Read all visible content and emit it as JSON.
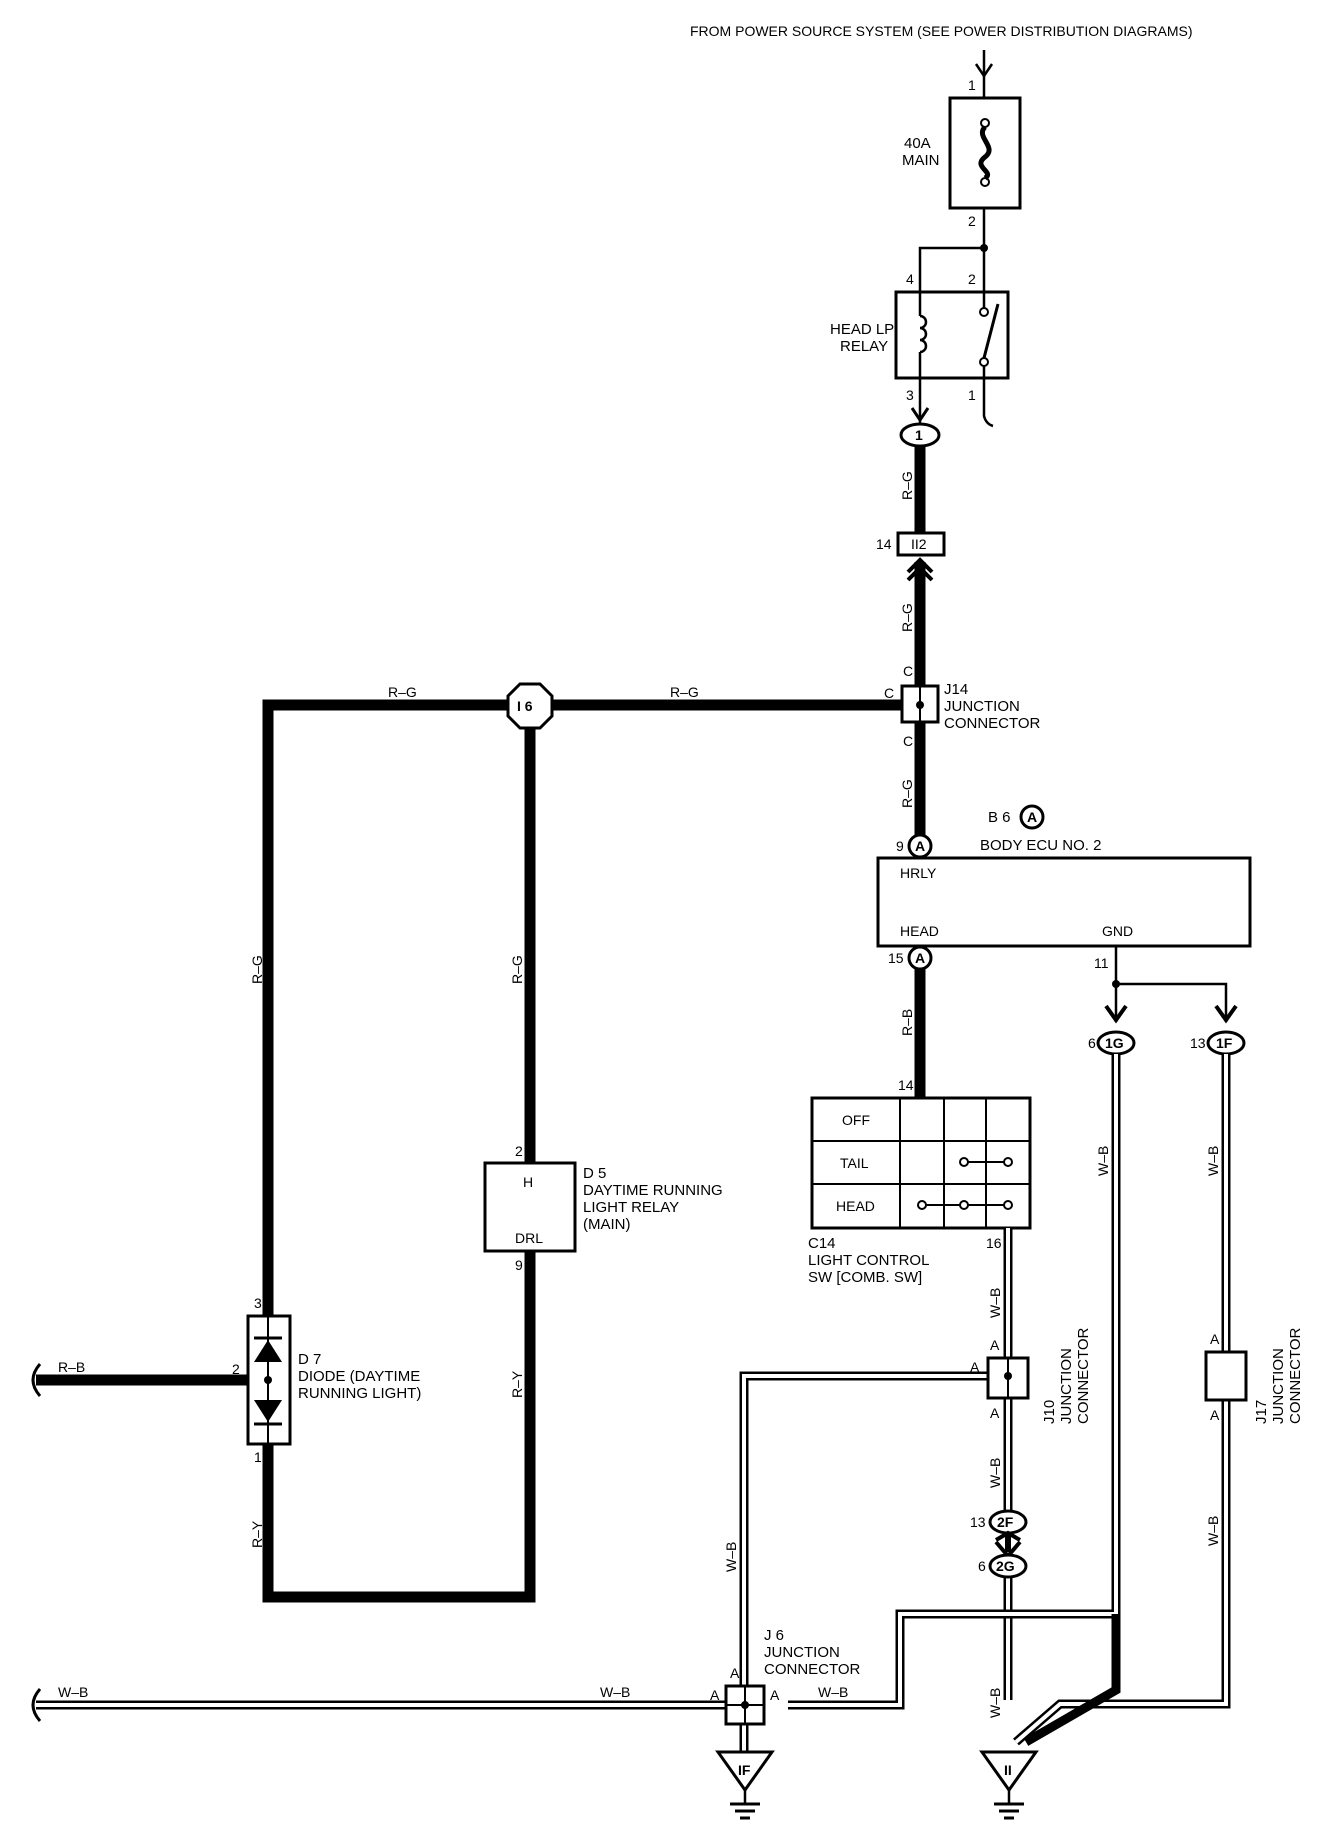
{
  "header": {
    "source_note": "FROM POWER SOURCE SYSTEM (SEE POWER DISTRIBUTION DIAGRAMS)"
  },
  "fuse": {
    "line1": "40A",
    "line2": "MAIN",
    "pin_top": "1",
    "pin_bottom": "2"
  },
  "relay": {
    "line1": "HEAD LP",
    "line2": "RELAY",
    "pin_4": "4",
    "pin_2": "2",
    "pin_3": "3",
    "pin_1": "1"
  },
  "connectors": {
    "c1": "1",
    "ii2_pin": "14",
    "ii2": "II2",
    "i6": "I 6",
    "ecu_a_top": "A",
    "ecu_a_bottom": "A",
    "ecu_pin9": "9",
    "ecu_pin15": "15",
    "ecu_pin11": "11",
    "g1_pin": "6",
    "g1": "1G",
    "f1_pin": "13",
    "f1": "1F",
    "f2_pin": "13",
    "f2": "2F",
    "g2_pin": "6",
    "g2": "2G",
    "ground_if": "IF",
    "ground_ii": "II"
  },
  "j14": {
    "id": "J14",
    "line1": "JUNCTION",
    "line2": "CONNECTOR",
    "c_top": "C",
    "c_left": "C",
    "c_bottom": "C"
  },
  "ecu": {
    "ref": "B 6",
    "ref_tag": "A",
    "name": "BODY ECU NO. 2",
    "hrly": "HRLY",
    "head": "HEAD",
    "gnd": "GND"
  },
  "switch": {
    "pin_top": "14",
    "pin_bottom": "16",
    "rows": [
      "OFF",
      "TAIL",
      "HEAD"
    ],
    "id": "C14",
    "line1": "LIGHT CONTROL",
    "line2": "SW [COMB.  SW]"
  },
  "d5": {
    "pin_top": "2",
    "pin_bottom": "9",
    "h": "H",
    "drl": "DRL",
    "id": "D 5",
    "line1": "DAYTIME RUNNING",
    "line2": "LIGHT RELAY",
    "line3": "(MAIN)"
  },
  "d7": {
    "pin_top": "3",
    "pin_mid": "2",
    "pin_bottom": "1",
    "id": "D 7",
    "line1": "DIODE (DAYTIME",
    "line2": "RUNNING LIGHT)"
  },
  "j10": {
    "id": "J10",
    "line1": "JUNCTION",
    "line2": "CONNECTOR",
    "a_top": "A",
    "a_left": "A",
    "a_bottom": "A"
  },
  "j17": {
    "id": "J17",
    "line1": "JUNCTION",
    "line2": "CONNECTOR",
    "a_top": "A",
    "a_bottom": "A"
  },
  "j6": {
    "id": "J 6",
    "line1": "JUNCTION",
    "line2": "CONNECTOR",
    "a_top": "A",
    "a_left": "A",
    "a_right": "A"
  },
  "wires": {
    "rg_1": "R–G",
    "rg_2": "R–G",
    "rg_3": "R–G",
    "rg_4": "R–G",
    "rg_5": "R–G",
    "rg_6": "R–G",
    "rg_7": "R–G",
    "rb_1": "R–B",
    "rb_2": "R–B",
    "ry_1": "R–Y",
    "ry_2": "R–Y",
    "wb_1": "W–B",
    "wb_2": "W–B",
    "wb_3": "W–B",
    "wb_4": "W–B",
    "wb_5": "W–B",
    "wb_6": "W–B",
    "wb_7": "W–B",
    "wb_8": "W–B",
    "wb_9": "W–B",
    "wb_10": "W–B"
  }
}
